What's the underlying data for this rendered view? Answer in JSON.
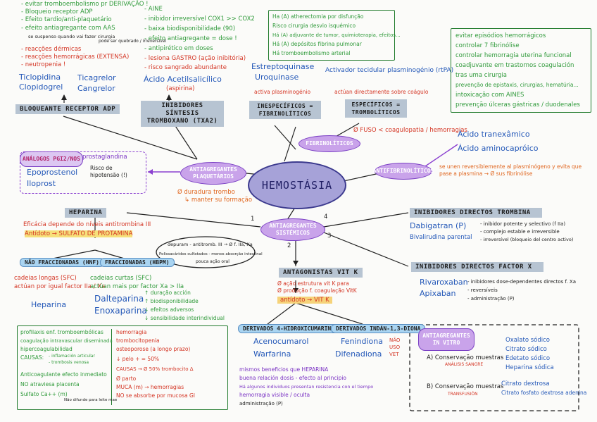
{
  "center": "HEMOSTÁSIA",
  "branches": {
    "antiagregantes_plaquetarios": "ANTIAGREGANTES PLAQUETÁRIOS",
    "fibrinoliticos": "FIBRINOLÍTICOS",
    "antifibrinoliticos": "ANTIFIBRINOLÍTICOS",
    "anticoagulantes": "ANTIAGREGANTES SISTÉMICOS"
  },
  "adp": {
    "header": "BLOQUEANTE RECEPTOR ADP",
    "notes": [
      "- evitar tromboembolismo pr DERIVAÇÃO !",
      "- Bloqueio receptor ADP",
      "- Efeito tardio/anti-plaquetário",
      "- efeito antiagregante com AAS",
      "- reacções dérmicas",
      "- reacções hemorrágicas (EXTENSA)",
      "- neutropenia !"
    ],
    "note_suspend": "se suspenso quando vai fazer cirurgia",
    "note_small": "pode ser quebrado / irreversível",
    "drugs_left": [
      "Ticlopidina",
      "Clopidogrel"
    ],
    "drugs_right": [
      "Ticagrelor",
      "Cangrelor"
    ]
  },
  "aas": {
    "header": "INIBIDORES SÍNTESIS TROMBOXANO (TXA2)",
    "notes": [
      "- AINE",
      "- inibidor irreversível COX1 >> COX2",
      "- baixa biodisponibilidade (90)",
      "- efeito antiagregante = dose !",
      "- antipirético em doses",
      "- lesiona GASTRO (ação inibitória)",
      "- risco sangrado abundante"
    ],
    "drug": "Ácido Acetilsalicílico",
    "drug_sub": "(aspirina)"
  },
  "analogs": {
    "title": "ANÁLOGOS PGI2/NOS",
    "side": "prostaglandina",
    "drugs": [
      "Epoprostenol",
      "Iloprost"
    ],
    "note": "Risco de hipotensão (!)"
  },
  "antiplaq_note": [
    "Ø duradura trombo",
    "↳ manter su formação"
  ],
  "fibrinolytics": {
    "box": [
      "Ha (A) atherectomia por disfunção",
      "Risco cirurgia desvio isquémico",
      "Há (A) adjuvante de tumor, quimioterapia, efeitos...",
      "Há (A) depósitos fibrina pulmonar",
      "Há tromboembolismo arterial"
    ],
    "nonspecific_drugs": [
      "Estreptoquinase",
      "Uroquinase"
    ],
    "nonspecific_note": "activa plasminogénio",
    "nonspecific_header": "INESPECÍFICOS = FIBRINOLÍTICOS",
    "specific_drug": "Activador tecidular plasminogénio (rtPA)",
    "specific_note": "actúan directamente sobre coágulo",
    "specific_header": "ESPECÍFICOS = TROMBOLÍTICOS",
    "risk": "Ø FUSO < coagulopatia / hemorragias"
  },
  "antifib": {
    "box": [
      "evitar episódios hemorrágicos",
      "controlar 7 fibrinólise",
      "controlar hemorragia uterina funcional",
      "coadjuvante em trastornos coagulación",
      "tras uma cirurgia",
      "prevenção de epistaxis, cirurgias, hematúria...",
      "intoxicação com AINES",
      "prevenção úlceras gástricas / duodenales"
    ],
    "drugs": [
      "Ácido tranexâmico",
      "Ácido aminocapróico"
    ],
    "note": "se unen reversiblemente al plasminógeno y evita que pase a plasmina → Ø sus fibrinólise"
  },
  "heparina": {
    "header": "HEPARINA",
    "note1": "Eficácia depende do níveis antitrombina III",
    "note2": "Antídoto → SULFATO DE PROTAMINA",
    "oval": [
      "depuram - antitromb. III → Ø f. IIa, Xa",
      "Polissacáridos sulfatados - menos absorção intestinal",
      "pouca ação oral"
    ],
    "nf_label": "NÃO FRACCIONADAS (HNF)",
    "nf_notes": [
      "cadeias longas (SFC)",
      "actúan por igual factor IIa / Xa"
    ],
    "nf_drug": "Heparina",
    "f_label": "FRACCIONADAS (HBPM)",
    "f_notes": [
      "cadeias curtas (SFC)",
      "actúan mais por factor Xa > IIa"
    ],
    "f_drugs": [
      "Dalteparina",
      "Enoxaparina"
    ],
    "f_benefits": [
      "↑ duração acción",
      "↑ biodisponibilidade",
      "↓ efeitos adversos",
      "↓ sensibilidade interindividual"
    ]
  },
  "thrombin_inhib": {
    "header": "INIBIDORES DIRECTOS TROMBINA",
    "drugs": [
      "Dabigatran (P)",
      "Bivalirudina parental"
    ],
    "notes": [
      "- inibidor potente y selectivo (f IIa)",
      "- complejo estable e irreversible",
      "- irreversível (bloqueio del centro activo)"
    ]
  },
  "xa_inhib": {
    "header": "INIBIDORES DIRECTOS FACTOR X",
    "drugs": [
      "Rivaroxaban",
      "Apixaban"
    ],
    "notes": [
      "- inibidores dose-dependentes directos f. Xa",
      "- reversíveis",
      "- administração (P)"
    ]
  },
  "vitk": {
    "header": "ANTAGONISTAS VIT K",
    "notes": [
      "Ø ação estrutura vit K para",
      "Ø produção f. coagulação VitK"
    ],
    "antidote": "antídoto → VIT K",
    "coum_label": "DERIVADOS 4-HIDROXICUMARINA",
    "coum_drugs": [
      "Acenocumarol",
      "Warfarina"
    ],
    "ind_label": "DERIVADOS INDÁN-1,3-DIONA",
    "ind_drugs": [
      "Fenindiona",
      "Difenadiona"
    ],
    "ind_notes": [
      "NÃO",
      "USO",
      "VET"
    ],
    "effects": [
      "mismos beneficios que HEPARINA",
      "buena relación dosis - efecto al principio",
      "Há algunos individuos presentan resistencia con el tiempo",
      "hemorragia visible / oculta",
      "administração (P)"
    ]
  },
  "invitro": {
    "title": "ANTIAGREGANTES IN VITRO",
    "a_label": "A) Conservação muestras",
    "a_sub": "ANÁLISIS SANGRE",
    "a_items": [
      "Oxalato sódico",
      "Citrato sódico",
      "Edetato sódico",
      "Heparina sódica"
    ],
    "b_label": "B) Conservação muestras",
    "b_sub": "TRANSFUSIÓN",
    "b_items": [
      "Citrato dextrosa",
      "Citrato fosfato dextrosa adenina"
    ]
  },
  "bottom_left": {
    "green": [
      "profilaxis enf. tromboembólicas",
      "coagulação intravascular diseminada",
      "hipercoagulabilidad",
      "CAUSAS:",
      "Anticoagulante efecto inmediato",
      "NO atraviesa placenta",
      "Sulfato Ca++ (m)"
    ],
    "green_sub": [
      "- inflamación articular",
      "- trombosis venosa"
    ],
    "green_tail": "Não difunde para leite mae",
    "red": [
      "hemorragia",
      "trombocitopenia",
      "osteoporose (a longo prazo)",
      "↓ pelo + = 50%",
      "CAUSAS → Ø 50% trombocito Δ",
      "Ø parto",
      "MUCA (m) → hemorragias",
      "NO se absorbe por mucosa GI"
    ]
  },
  "markers": [
    "1",
    "2",
    "3",
    "4"
  ]
}
